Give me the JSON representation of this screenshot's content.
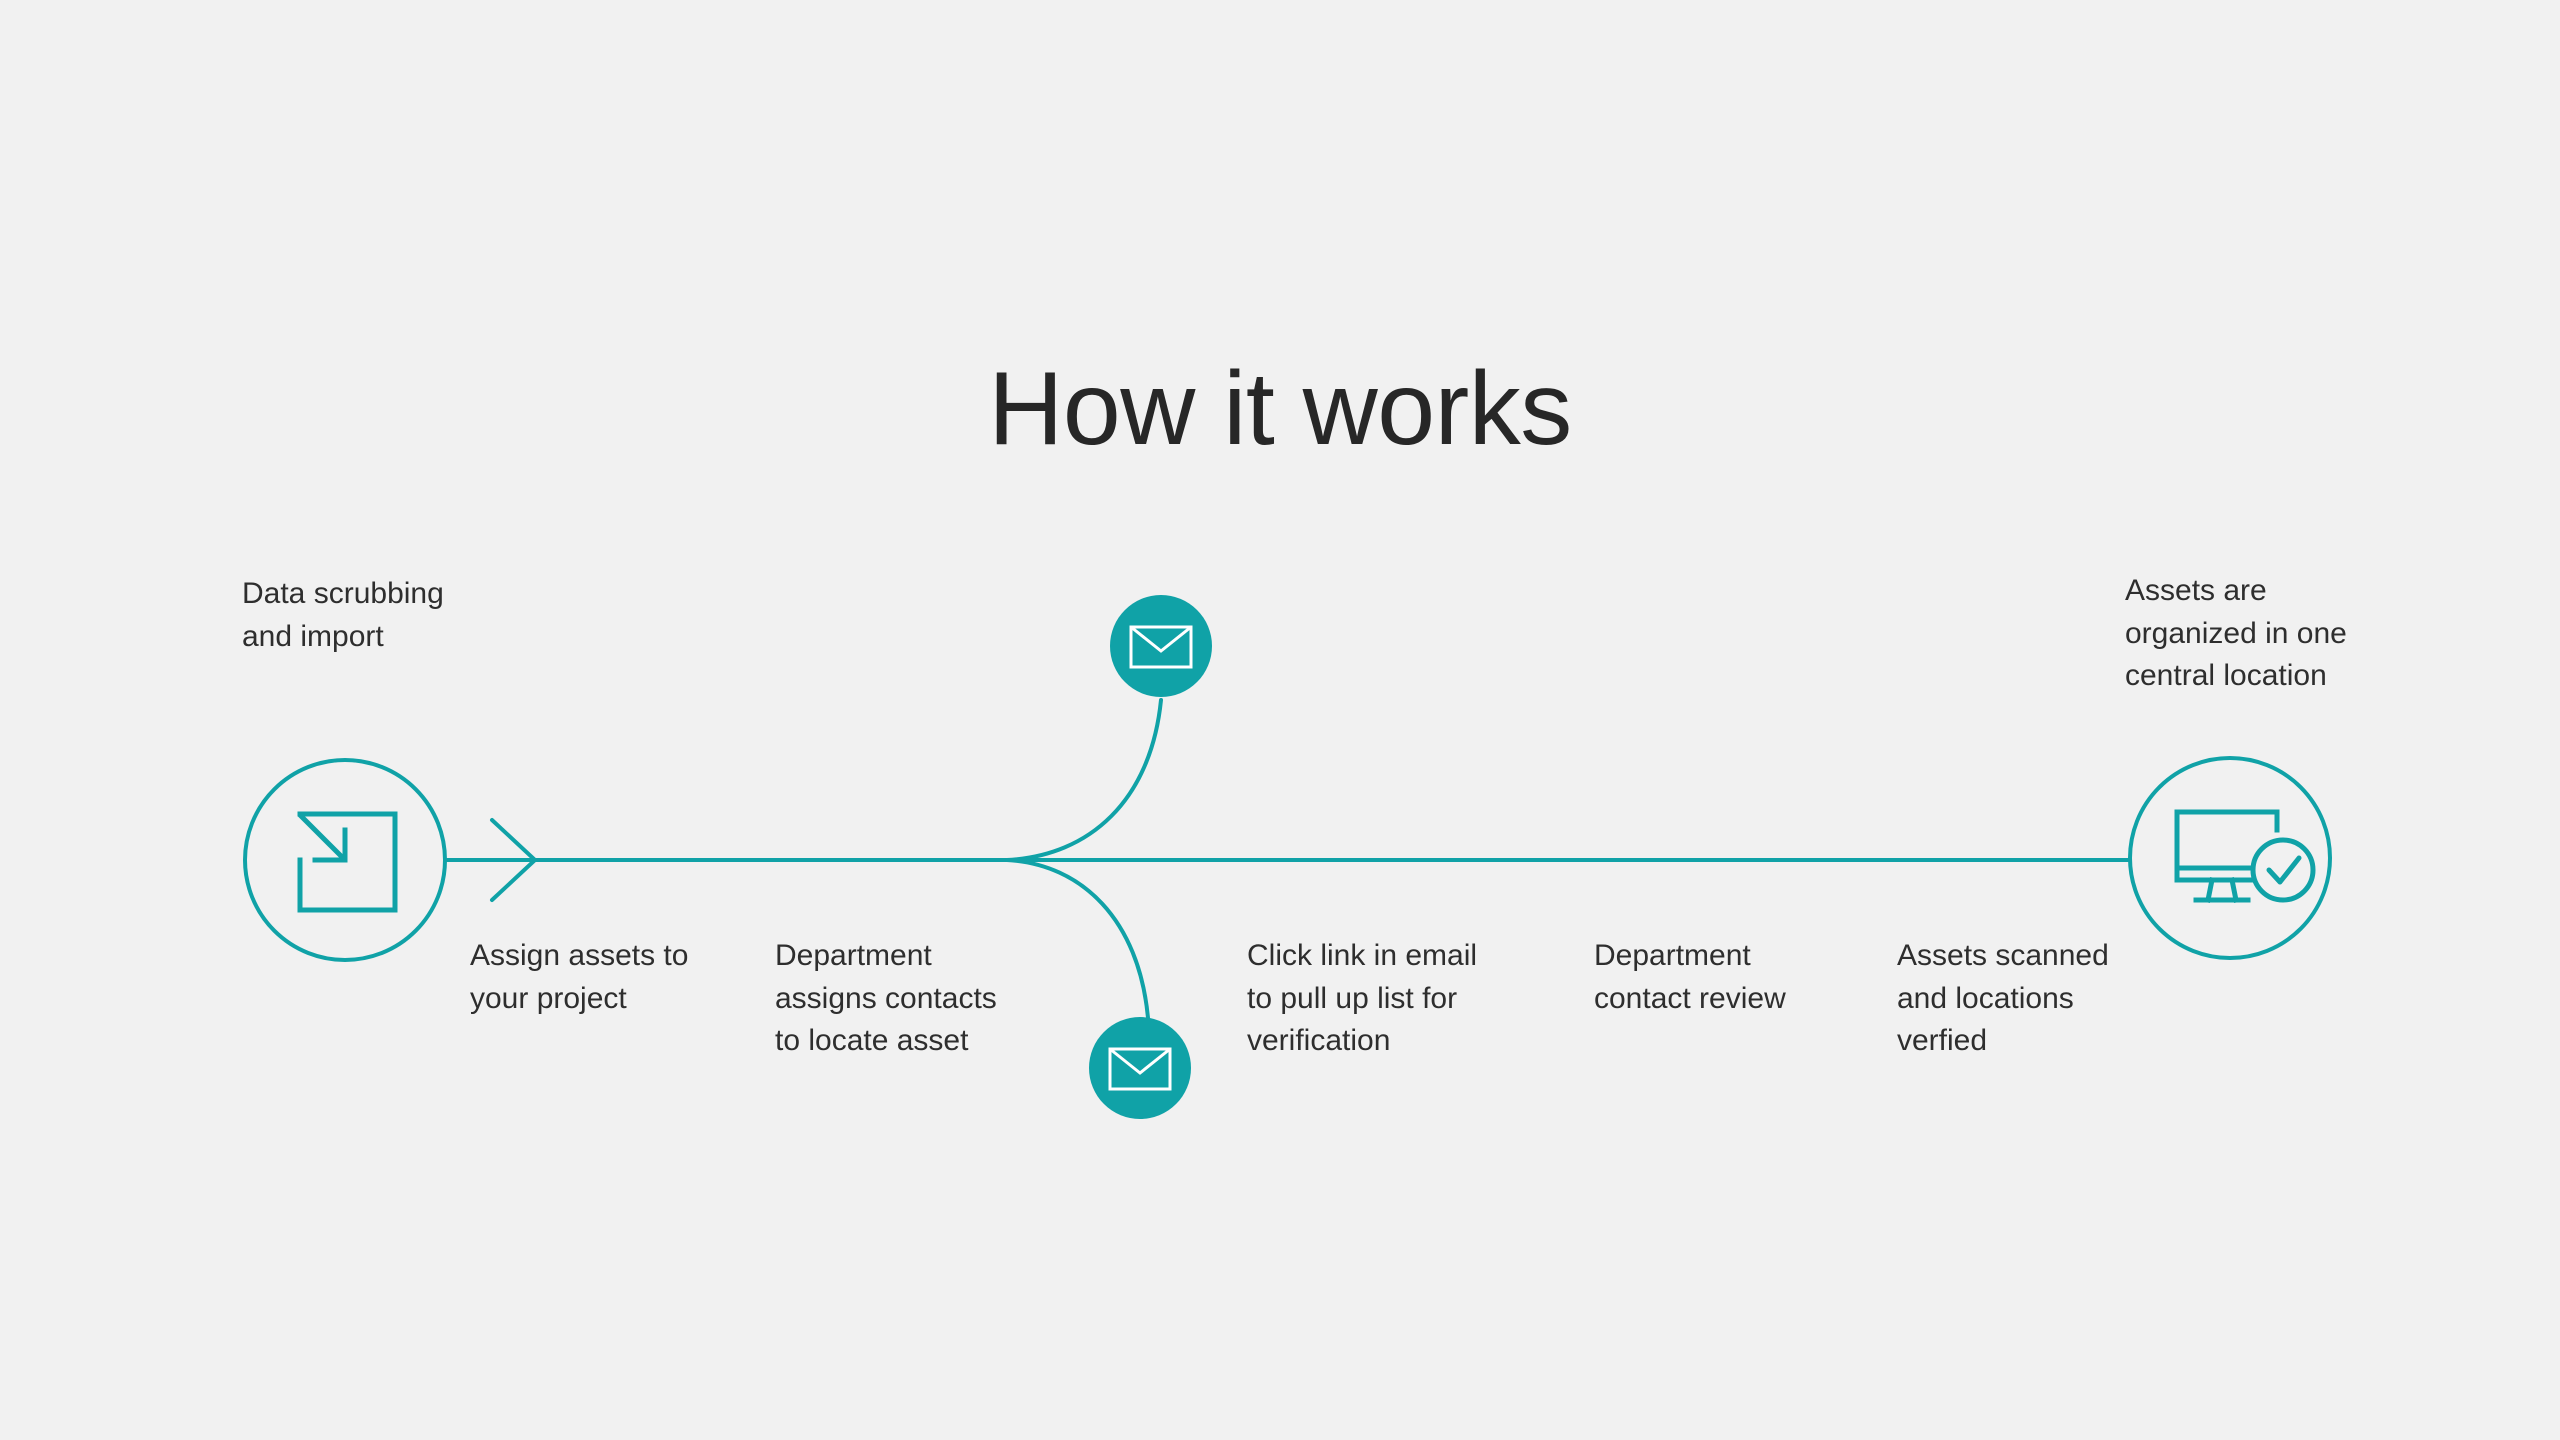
{
  "page": {
    "title": "How it works",
    "background_color": "#F1F1F1",
    "accent_color": "#10A2A7",
    "text_color": "#2e2e2e"
  },
  "diagram": {
    "nodes": [
      {
        "id": "import",
        "icon": "import-arrow-into-square-icon",
        "style": "outline-circle",
        "caption": "Data scrubbing\nand import"
      },
      {
        "id": "email-top",
        "icon": "envelope-icon",
        "style": "filled-circle",
        "caption": "Click link in email\nto pull up list for\nverification"
      },
      {
        "id": "email-bottom",
        "icon": "envelope-icon",
        "style": "filled-circle",
        "caption": "Department\nassigns contacts\nto locate asset"
      },
      {
        "id": "verified",
        "icon": "monitor-check-icon",
        "style": "outline-circle",
        "caption": "Assets are\norganized in one\ncentral location"
      }
    ],
    "captions": {
      "data_scrubbing": "Data scrubbing\nand import",
      "assign_assets": "Assign assets to\nyour project",
      "department_assigns": "Department\nassigns contacts\nto locate asset",
      "click_link": "Click link in email\nto pull up list for\nverification",
      "department_review": "Department\ncontact review",
      "assets_scanned": "Assets scanned\nand locations\nverfied",
      "assets_organized": "Assets are\norganized in one\ncentral location"
    },
    "connector": {
      "type": "horizontal-line-with-branch",
      "arrowhead": "chevron-right"
    }
  }
}
